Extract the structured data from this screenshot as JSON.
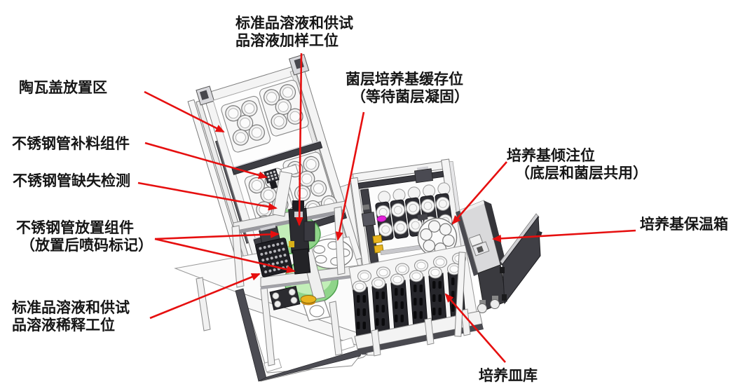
{
  "palette": {
    "leader_red": "#e60f0f",
    "text": "#161616",
    "green_table": "#8fd489",
    "green_table_light": "#c2eeb8",
    "yellow_part": "#e9b41e",
    "magenta_part": "#e022d8",
    "dark_part": "#2e2e33",
    "frame_light": "#f4f4f4",
    "incubator_gray": "#d9d9db"
  },
  "labels": {
    "sampling_station": {
      "line1": "标准品溶液和供试",
      "line2": "品溶液加样工位"
    },
    "ceramic_cover_area": {
      "line1": "陶瓦盖放置区"
    },
    "tube_refill_module": {
      "line1": "不锈钢管补料组件"
    },
    "tube_missing_detection": {
      "line1": "不锈钢管缺失检测"
    },
    "tube_placement_module": {
      "line1": "不锈钢管放置组件",
      "line2": "（放置后喷码标记）"
    },
    "dilution_station": {
      "line1": "标准品溶液和供试",
      "line2": "品溶液稀释工位"
    },
    "agar_buffer_position": {
      "line1": "菌层培养基缓存位",
      "line2": "（等待菌层凝固）"
    },
    "pouring_position": {
      "line1": "培养基倾注位",
      "line2": "（底层和菌层共用）"
    },
    "incubator_box": {
      "line1": "培养基保温箱"
    },
    "dish_library": {
      "line1": "培养皿库"
    }
  }
}
